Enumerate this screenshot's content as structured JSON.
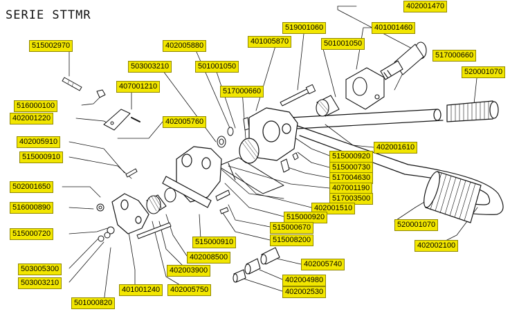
{
  "title": "SERIE STTMR",
  "colors": {
    "label_bg": "#f2e600",
    "line": "#111111"
  },
  "parts": {
    "p402001470": "402001470",
    "p519001060": "519001060",
    "p401001460": "401001460",
    "p402005880": "402005880",
    "p401005870": "401005870",
    "p501001050a": "501001050",
    "p517000660a": "517000660",
    "p515002970": "515002970",
    "p503003210a": "503003210",
    "p501001050b": "501001050",
    "p520001070a": "520001070",
    "p407001210": "407001210",
    "p517000660b": "517000660",
    "p516000100": "516000100",
    "p402001220": "402001220",
    "p402005760": "402005760",
    "p402005910": "402005910",
    "p402001610": "402001610",
    "p515000910a": "515000910",
    "p515000920a": "515000920",
    "p515000730": "515000730",
    "p517004630": "517004630",
    "p502001650": "502001650",
    "p407001190": "407001190",
    "p517003500": "517003500",
    "p516000890": "516000890",
    "p402001510": "402001510",
    "p515000920b": "515000920",
    "p515000720": "515000720",
    "p515000670": "515000670",
    "p520001070b": "520001070",
    "p515000910b": "515000910",
    "p515008200": "515008200",
    "p402002100": "402002100",
    "p402008500": "402008500",
    "p503005300": "503005300",
    "p402005740": "402005740",
    "p402003900": "402003900",
    "p503003210b": "503003210",
    "p402004980": "402004980",
    "p401001240": "401001240",
    "p402005750": "402005750",
    "p402002530": "402002530",
    "p501000820": "501000820"
  }
}
